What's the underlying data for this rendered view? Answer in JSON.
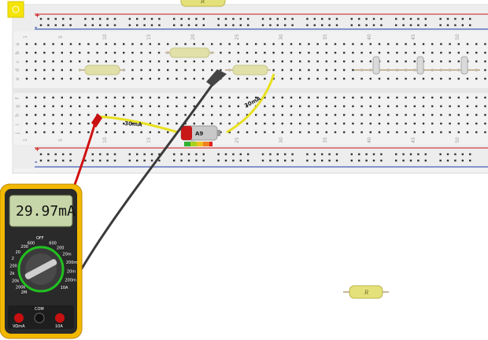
{
  "corner_badge": {
    "color": "#f4e400"
  },
  "breadboard": {
    "columns": 53,
    "column_labels": [
      "1",
      "5",
      "10",
      "15",
      "20",
      "25",
      "30",
      "35",
      "40",
      "45",
      "50"
    ],
    "row_letters_top": [
      "a",
      "b",
      "c",
      "d",
      "e"
    ],
    "row_letters_bottom": [
      "f",
      "g",
      "h",
      "i",
      "j"
    ],
    "rail_plus": "+",
    "rail_minus": "-",
    "plus_color": "#d01818",
    "minus_color": "#1a3aa8"
  },
  "components": {
    "wire_label_left": "30mA",
    "wire_label_right": "30mA",
    "battery_label": "A9",
    "loose_resistor_label": "R",
    "top_resistor_label": "R"
  },
  "multimeter": {
    "display": "29.97mA",
    "off_label": "OFF",
    "dial_labels_left": [
      "600",
      "200",
      "20",
      "2",
      "200",
      "2k",
      "20k",
      "200k",
      "2M"
    ],
    "dial_labels_right": [
      "600",
      "200",
      "20m",
      "200m",
      "20m",
      "200m",
      "10A"
    ],
    "terminal_com": "COM",
    "terminal_left": "VΩmA",
    "terminal_right": "10A"
  }
}
